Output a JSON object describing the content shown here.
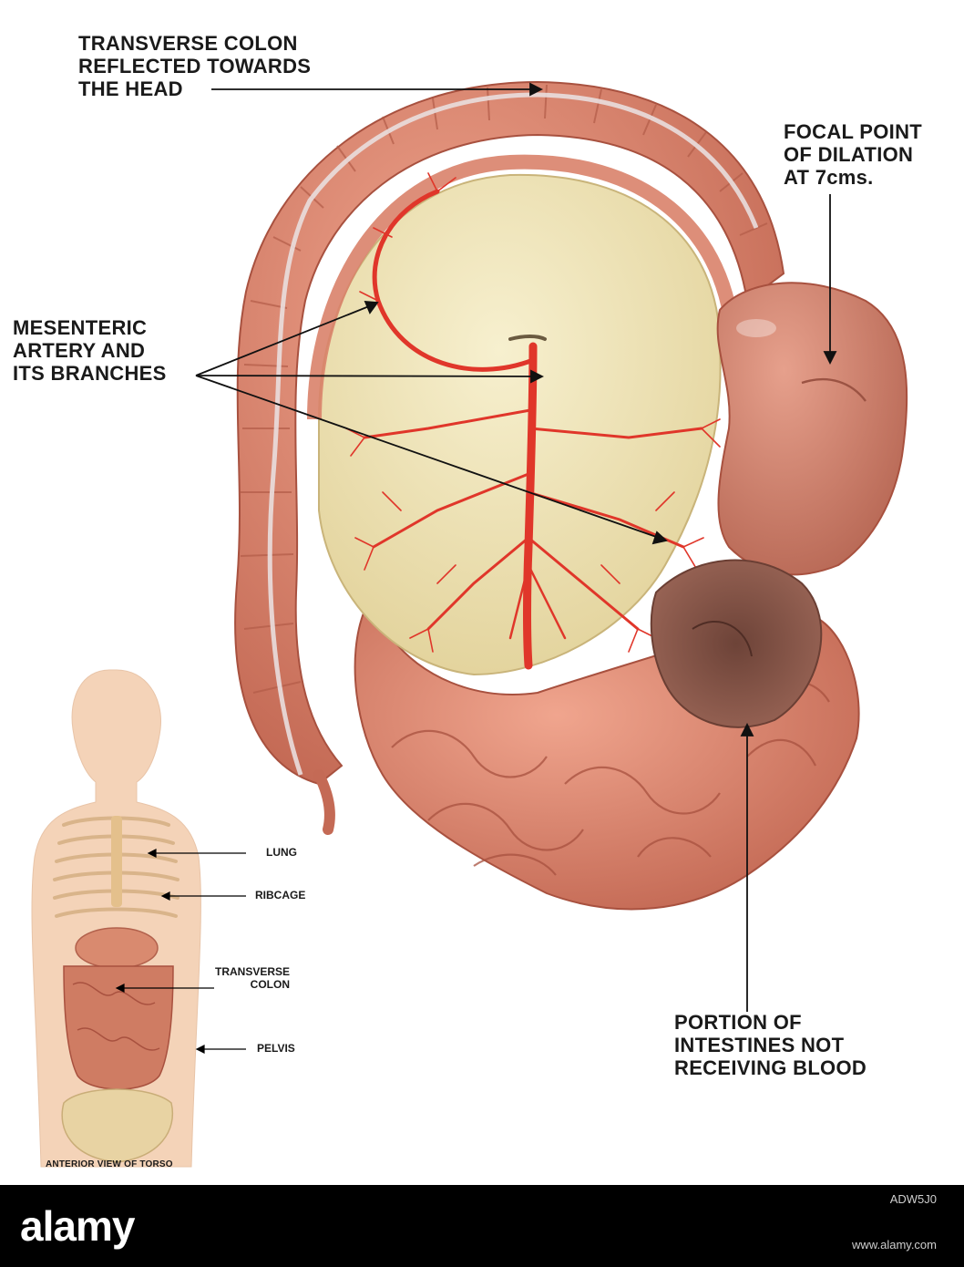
{
  "labels": {
    "transverse_colon": [
      "TRANSVERSE COLON",
      "REFLECTED TOWARDS",
      "THE HEAD"
    ],
    "focal_point": [
      "FOCAL POINT",
      "OF DILATION",
      "AT 7cms."
    ],
    "mesenteric": [
      "MESENTERIC",
      "ARTERY AND",
      "ITS BRANCHES"
    ],
    "portion": [
      "PORTION OF",
      "INTESTINES NOT",
      "RECEIVING BLOOD"
    ]
  },
  "inset": {
    "labels": {
      "lung": "LUNG",
      "ribcage": "RIBCAGE",
      "transverse_colon": [
        "TRANSVERSE",
        "COLON"
      ],
      "pelvis": "PELVIS"
    },
    "caption": "ANTERIOR VIEW OF TORSO"
  },
  "banner": {
    "logo": "alamy",
    "ref_id": "ADW5J0",
    "url": "www.alamy.com"
  },
  "colors": {
    "intestine": "#d9826a",
    "mesentery": "#efe3b6",
    "artery": "#e0362a",
    "ischemic": "#7e5446",
    "skin": "#f4d3b8",
    "banner": "#000000"
  }
}
